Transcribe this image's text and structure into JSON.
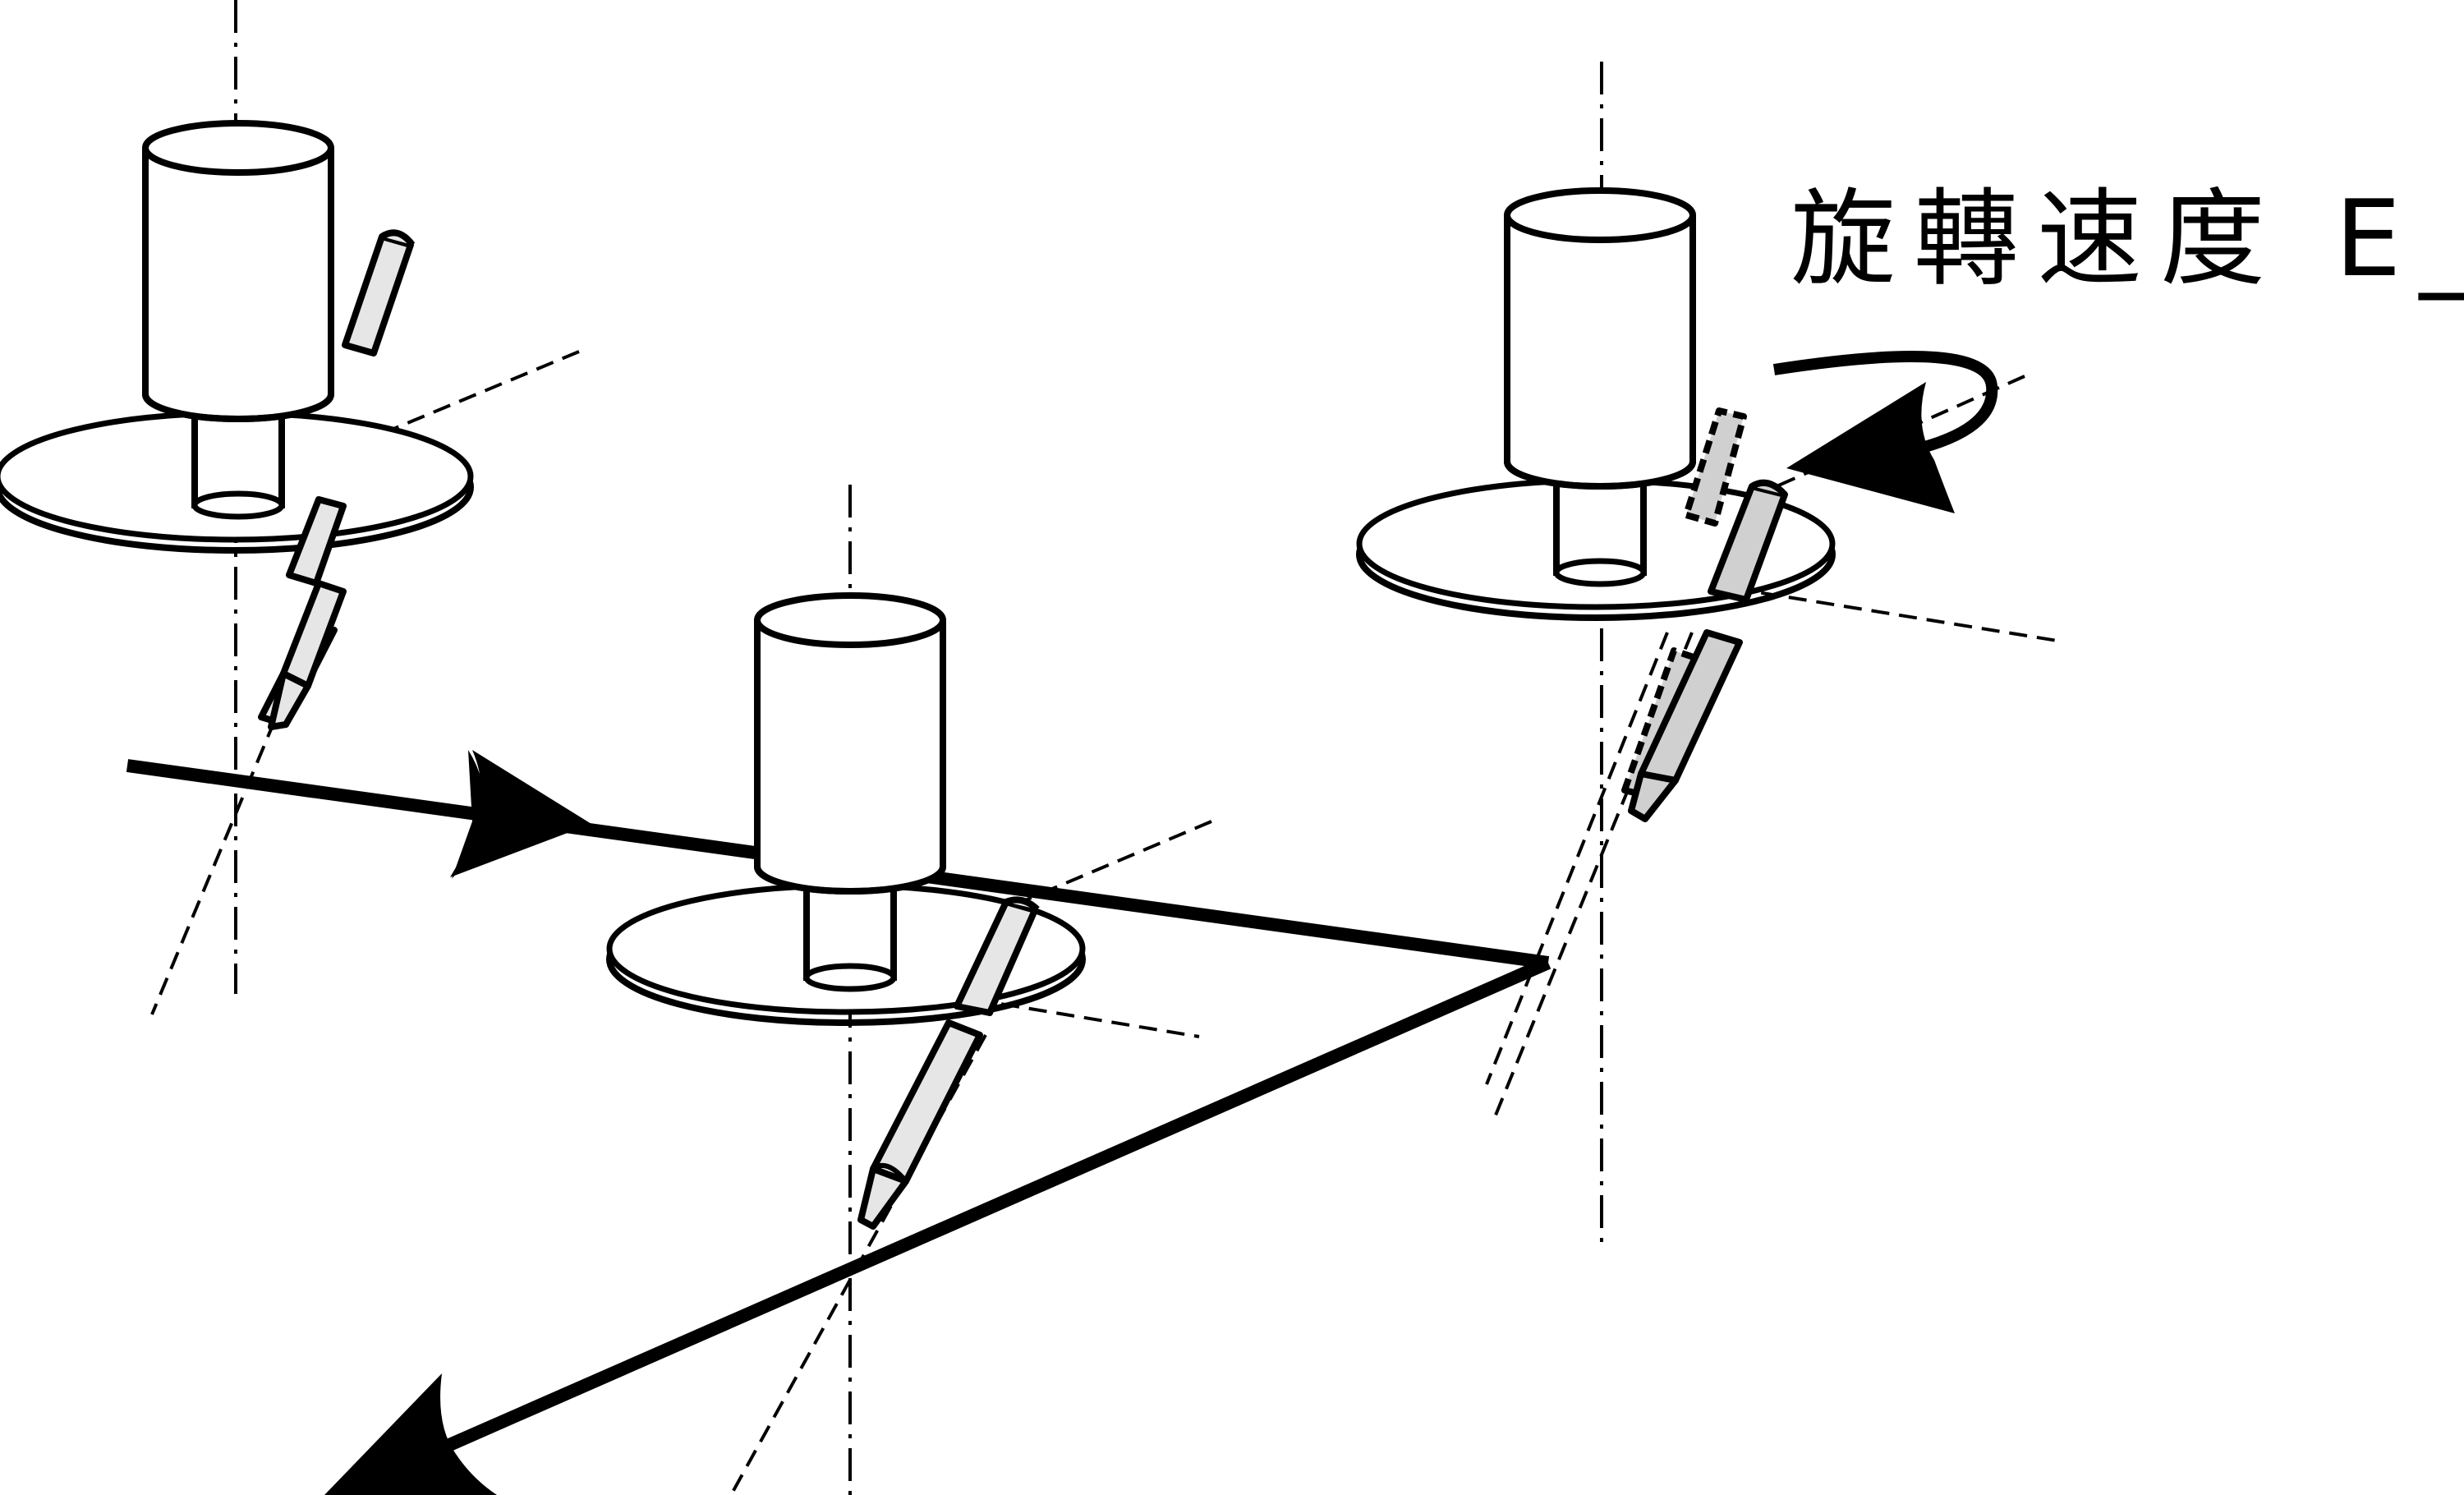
{
  "label": {
    "text": "旋轉速度 E_"
  },
  "colors": {
    "stroke": "#000000",
    "tool_fill": "#e6e6e6",
    "background": "#ffffff"
  },
  "units": [
    {
      "name": "spindle-unit-left"
    },
    {
      "name": "spindle-unit-middle"
    },
    {
      "name": "spindle-unit-right"
    }
  ],
  "arrows": [
    {
      "name": "feed-path-arrow"
    },
    {
      "name": "return-path-arrow"
    },
    {
      "name": "rotation-arrow"
    }
  ]
}
